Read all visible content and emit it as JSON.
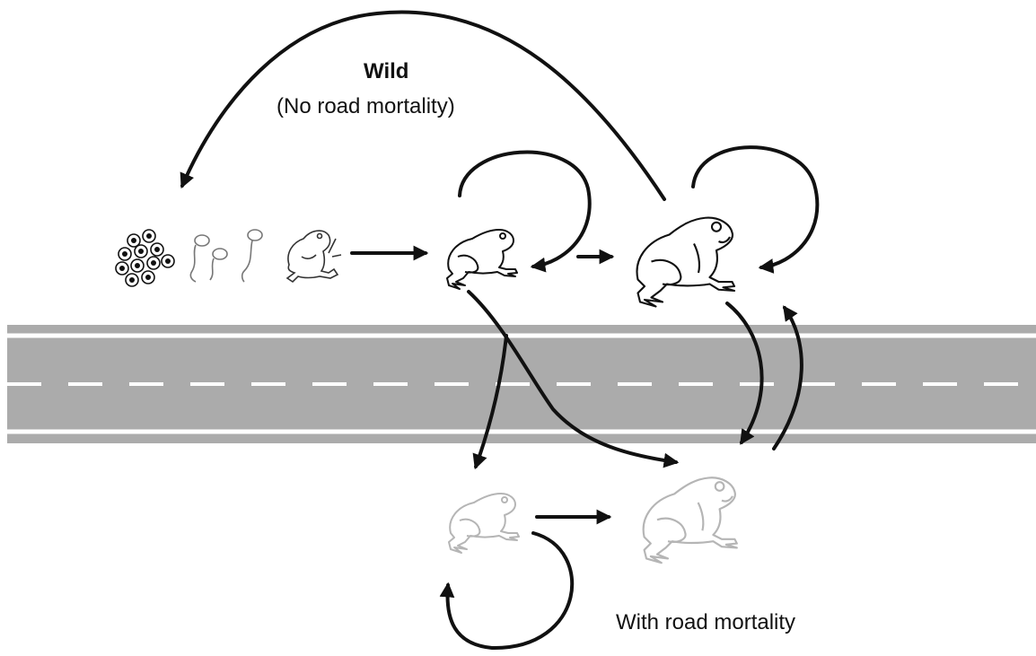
{
  "labels": {
    "wild_title": "Wild",
    "wild_subtitle": "(No road mortality)",
    "road_label": "With road mortality"
  },
  "colors": {
    "ink": "#111111",
    "faded_ink": "#b5b5b5",
    "road": "#ababab",
    "road_markings": "#ffffff",
    "background": "#ffffff"
  },
  "icons": [
    "eggs-icon",
    "tadpoles-icon",
    "metamorph-frog-icon",
    "juvenile-frog-icon",
    "adult-frog-icon"
  ]
}
